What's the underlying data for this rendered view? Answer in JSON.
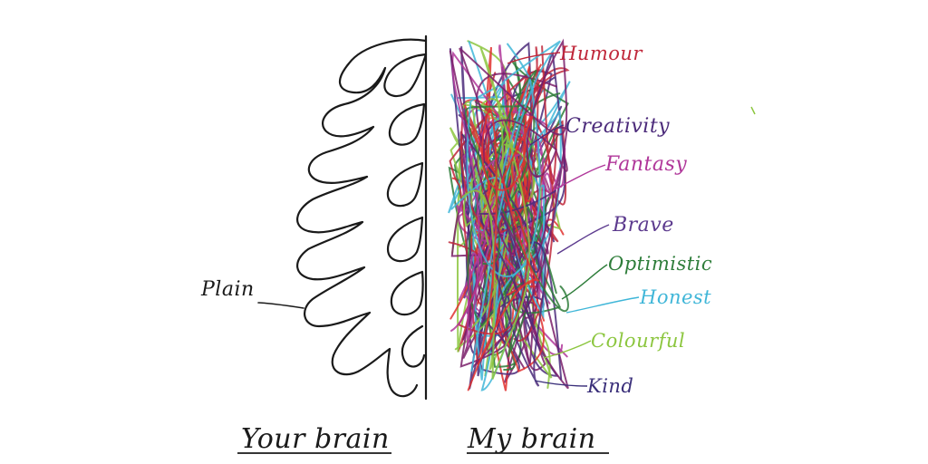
{
  "left_half": {
    "label": "Plain",
    "caption": "Your brain"
  },
  "right_half": {
    "caption": "My brain",
    "traits": [
      {
        "text": "Humour",
        "color": "#c0273a"
      },
      {
        "text": "Creativity",
        "color": "#4b2a7a"
      },
      {
        "text": "Fantasy",
        "color": "#b0379a"
      },
      {
        "text": "Brave",
        "color": "#5c3a8e"
      },
      {
        "text": "Optimistic",
        "color": "#2e7d3a"
      },
      {
        "text": "Honest",
        "color": "#3fb6d8"
      },
      {
        "text": "Colourful",
        "color": "#8cc63f"
      },
      {
        "text": "Kind",
        "color": "#3a2f7a"
      }
    ]
  },
  "colors": {
    "outline": "#1a1a1a",
    "scribble": [
      "#c0273a",
      "#4b2a7a",
      "#b0379a",
      "#2e7d3a",
      "#3fb6d8",
      "#8cc63f",
      "#7a1f6a",
      "#e0312f"
    ]
  }
}
